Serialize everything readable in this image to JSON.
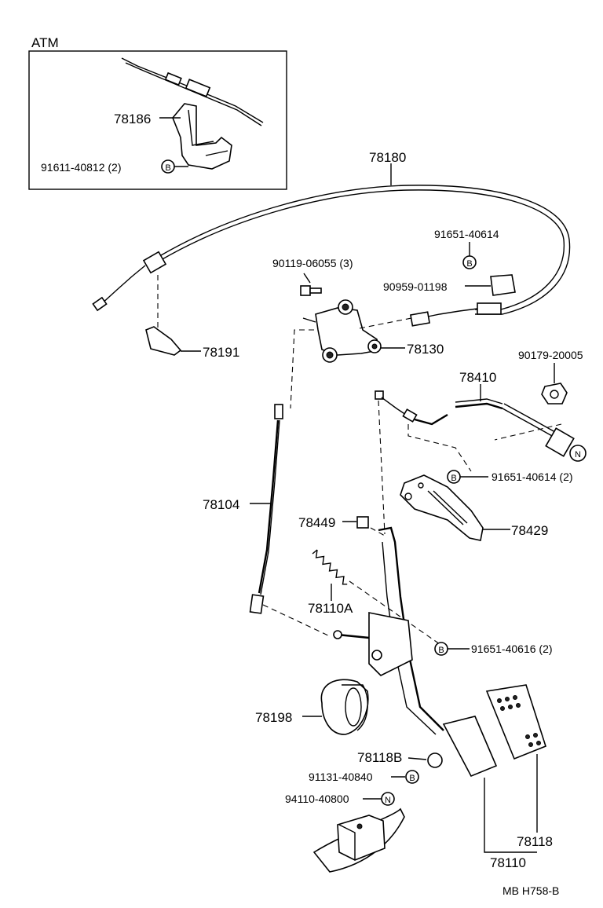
{
  "inset": {
    "title": "ATM"
  },
  "labels": {
    "p78186": "78186",
    "p91611": "91611-40812 (2)",
    "p78180": "78180",
    "p91651a": "91651-40614",
    "p90119": "90119-06055 (3)",
    "p90959": "90959-01198",
    "p78191": "78191",
    "p78130": "78130",
    "p90179": "90179-20005",
    "p78410": "78410",
    "p91651b": "91651-40614 (2)",
    "p78104": "78104",
    "p78449": "78449",
    "p78429": "78429",
    "p78110A": "78110A",
    "p91651c": "91651-40616 (2)",
    "p78198": "78198",
    "p78118B": "78118B",
    "p91131": "91131-40840",
    "p94110": "94110-40800",
    "p78118": "78118",
    "p78110": "78110"
  },
  "markers": {
    "b": "B",
    "n": "N"
  },
  "footer": {
    "code": "MB  H758-B"
  }
}
